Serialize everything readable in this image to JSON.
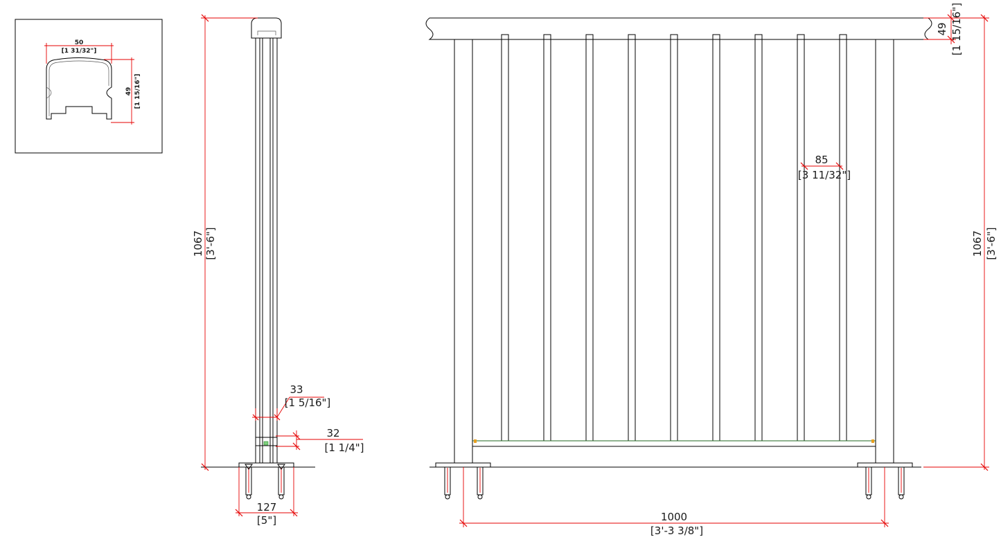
{
  "profile_detail": {
    "width": {
      "mm": "50",
      "in": "[1 31/32\"]"
    },
    "height": {
      "mm": "49",
      "in": "[1 15/16\"]"
    }
  },
  "side_view": {
    "height": {
      "mm": "1067",
      "in": "[3'-6\"]"
    },
    "baluster_width": {
      "mm": "33",
      "in": "[1 5/16\"]"
    },
    "bottom_rail": {
      "mm": "32",
      "in": "[1 1/4\"]"
    },
    "base_plate": {
      "mm": "127",
      "in": "[5\"]"
    }
  },
  "front_view": {
    "rail_height": {
      "mm": "49",
      "in": "[1 15/16\"]"
    },
    "spacing": {
      "mm": "85",
      "in": "[3 11/32\"]"
    },
    "height": {
      "mm": "1067",
      "in": "[3'-6\"]"
    },
    "width": {
      "mm": "1000",
      "in": "[3'-3 3/8\"]"
    }
  },
  "colors": {
    "outline": "#000000",
    "dimension": "#e60000"
  }
}
